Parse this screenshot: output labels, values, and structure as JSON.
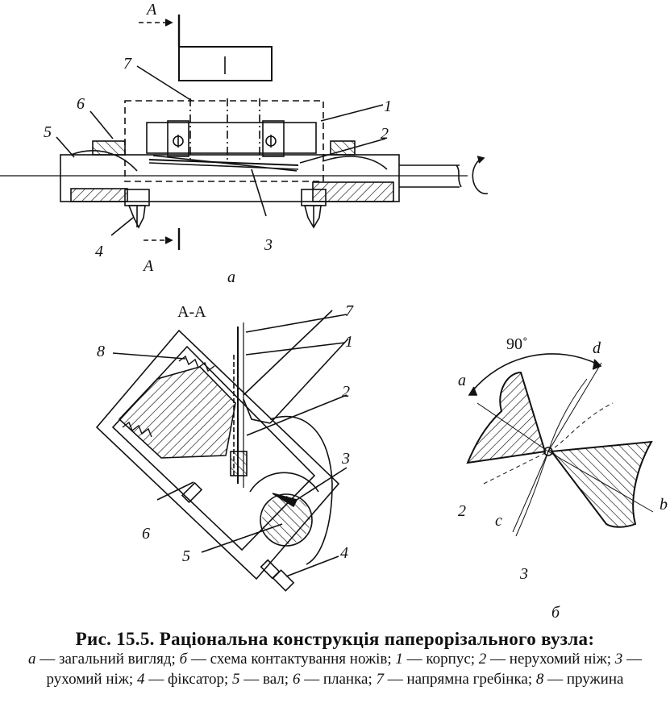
{
  "figure": {
    "view_a": {
      "section_top": "A",
      "section_bottom": "A",
      "view_letter": "а",
      "labels": [
        "1",
        "2",
        "3",
        "4",
        "5",
        "6",
        "7"
      ]
    },
    "section_view": {
      "title": "А-А",
      "labels": [
        "1",
        "2",
        "3",
        "4",
        "5",
        "6",
        "7",
        "8"
      ]
    },
    "view_b": {
      "angle": "90˚",
      "labels": {
        "a": "a",
        "b": "b",
        "c": "c",
        "d": "d",
        "knife2": "2",
        "knife3": "3"
      },
      "view_letter": "б"
    }
  },
  "caption": {
    "title": "Рис. 15.5. Раціональна конструкція паперорізального вузла:",
    "parts": [
      {
        "key": "а",
        "text": " — загальний вигляд; "
      },
      {
        "key": "б",
        "text": " — схема контактування ножів; "
      },
      {
        "key": "1",
        "text": " — корпус; "
      },
      {
        "key": "2",
        "text": " — нерухомий ніж; "
      },
      {
        "key": "3",
        "text": " — рухомий ніж; "
      },
      {
        "key": "4",
        "text": " — фіксатор; "
      },
      {
        "key": "5",
        "text": " — вал; "
      },
      {
        "key": "6",
        "text": " — планка; "
      },
      {
        "key": "7",
        "text": " — напрямна гребінка; "
      },
      {
        "key": "8",
        "text": " — пружина"
      }
    ]
  }
}
